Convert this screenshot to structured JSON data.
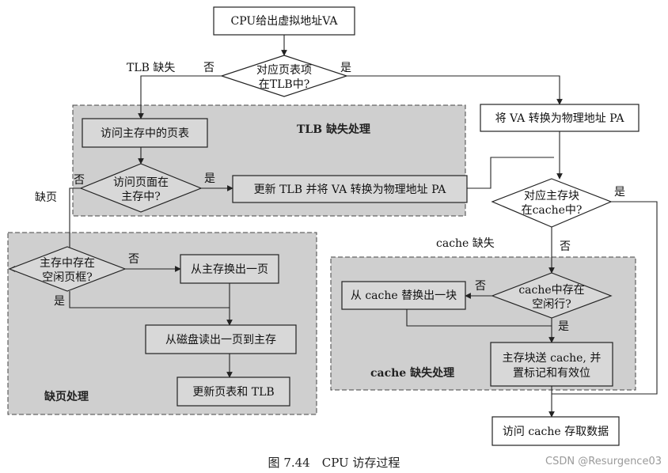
{
  "nodes": {
    "cpu_va": "CPU给出虚拟地址VA",
    "tlb_check_1": "对应页表项",
    "tlb_check_2": "在TLB中?",
    "access_pt": "访问主存中的页表",
    "page_in_mem_1": "访问页面在",
    "page_in_mem_2": "主存中?",
    "update_tlb": "更新 TLB 并将 VA 转换为物理地址 PA",
    "va_to_pa": "将 VA 转换为物理地址 PA",
    "cache_check_1": "对应主存块",
    "cache_check_2": "在cache中?",
    "free_frame_1": "主存中存在",
    "free_frame_2": "空闲页框?",
    "swap_out_page": "从主存换出一页",
    "load_page": "从磁盘读出一页到主存",
    "update_pt": "更新页表和 TLB",
    "cache_free_1": "cache中存在",
    "cache_free_2": "空闲行?",
    "cache_swap": "从 cache 替换出一块",
    "fill_cache_1": "主存块送 cache, 并",
    "fill_cache_2": "置标记和有效位",
    "access_data": "访问 cache 存取数据"
  },
  "labels": {
    "tlb_miss": "TLB 缺失",
    "no_1": "否",
    "yes_1": "是",
    "tlb_region": "TLB 缺失处理",
    "no_2": "否",
    "yes_2": "是",
    "page_fault": "缺页",
    "yes_3": "是",
    "no_3": "否",
    "yes_4": "是",
    "page_fault_region": "缺页处理",
    "cache_miss": "cache 缺失",
    "no_4": "否",
    "no_5": "否",
    "yes_5": "是",
    "cache_region": "cache 缺失处理"
  },
  "caption": "图 7.44　CPU 访存过程",
  "watermark": "CSDN @Resurgence03"
}
